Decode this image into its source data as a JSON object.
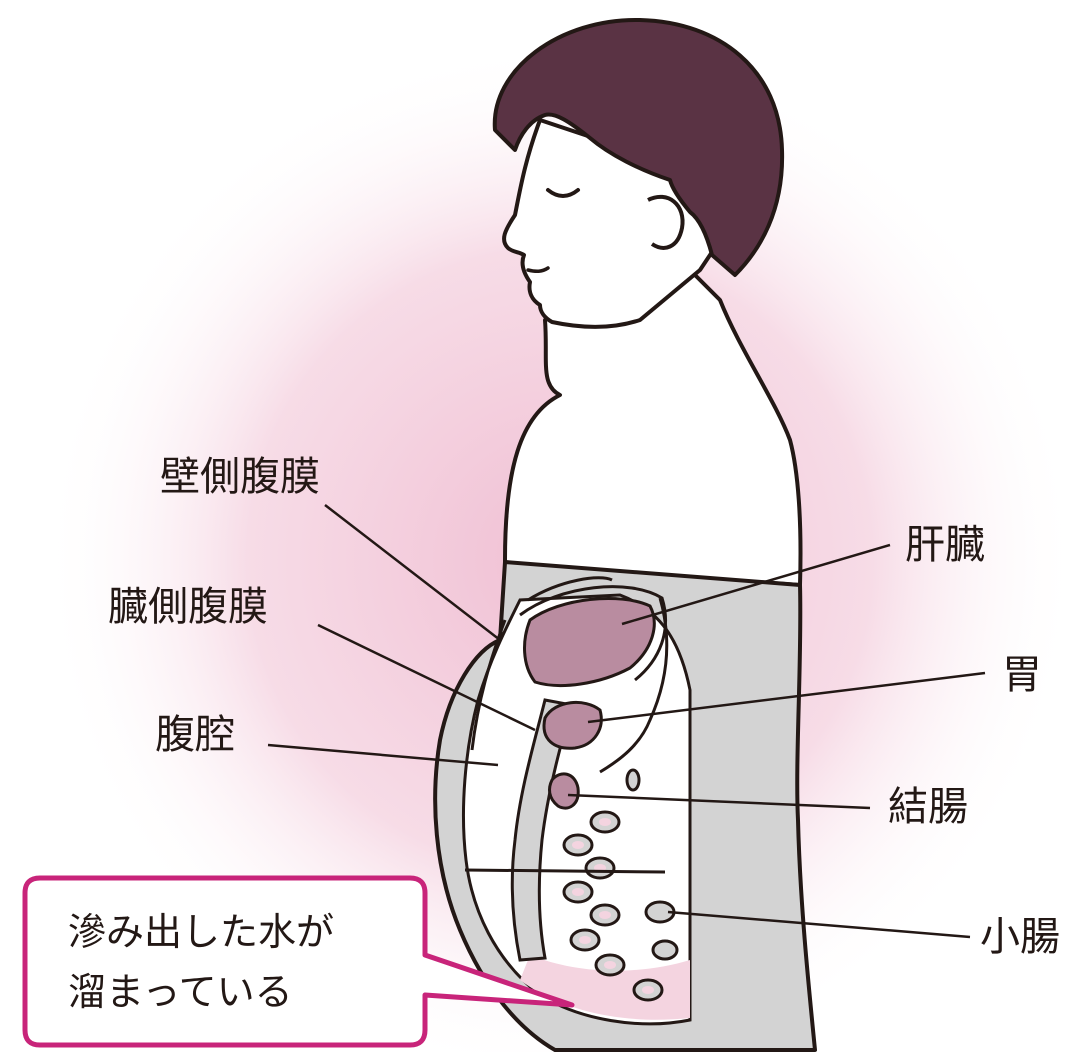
{
  "labels": {
    "parietal_peritoneum": "壁側腹膜",
    "visceral_peritoneum": "臓側腹膜",
    "abdominal_cavity": "腹腔",
    "liver": "肝臓",
    "stomach": "胃",
    "colon": "結腸",
    "small_intestine": "小腸"
  },
  "callout": {
    "line1": "滲み出した水が",
    "line2": "溜まっている"
  },
  "colors": {
    "background_glow": "#f3c9da",
    "hair": "#5a3344",
    "skin": "#ffffff",
    "abdomen_fill": "#d3d3d3",
    "organ_fill": "#b98ca0",
    "fluid_fill": "#f4d4e0",
    "callout_border": "#c8247a",
    "outline": "#231815"
  }
}
